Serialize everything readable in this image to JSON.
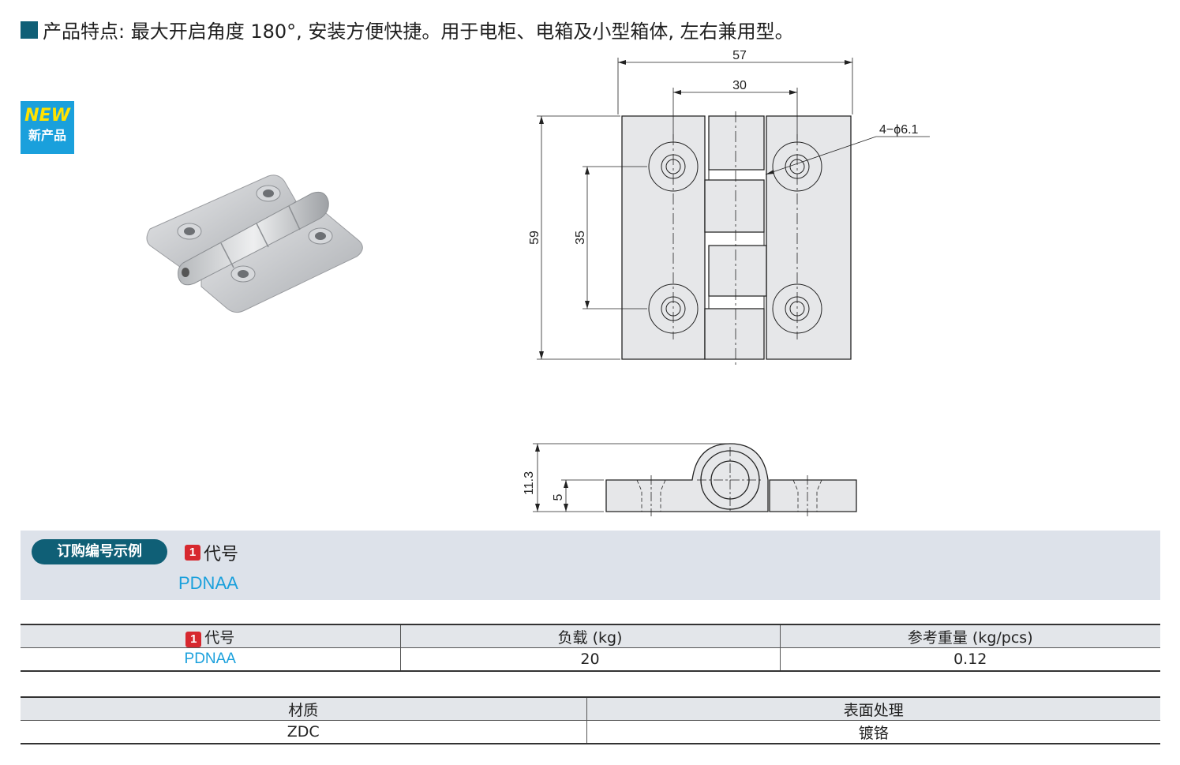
{
  "feature_text": "产品特点: 最大开启角度 180°, 安装方便快捷。用于电柜、电箱及小型箱体, 左右兼用型。",
  "badge": {
    "new_label": "NEW",
    "sub_label": "新产品"
  },
  "dimensions": {
    "width_overall": "57",
    "width_inner": "30",
    "hole_spec": "4−ϕ6.1",
    "height_overall": "59",
    "hole_pitch": "35",
    "thickness_total": "11.3",
    "thickness_plate": "5"
  },
  "order_example": {
    "pill_label": "订购编号示例",
    "field_number": "1",
    "field_label": "代号",
    "code_value": "PDNAA"
  },
  "spec_table": {
    "headers": [
      "代号",
      "负载 (kg)",
      "参考重量 (kg/pcs)"
    ],
    "header_number": "1",
    "row": [
      "PDNAA",
      "20",
      "0.12"
    ]
  },
  "material_table": {
    "headers": [
      "材质",
      "表面处理"
    ],
    "row": [
      "ZDC",
      "镀铬"
    ]
  },
  "colors": {
    "accent_teal": "#0f5f76",
    "accent_blue": "#1aa0dc",
    "badge_red": "#d7282f"
  }
}
